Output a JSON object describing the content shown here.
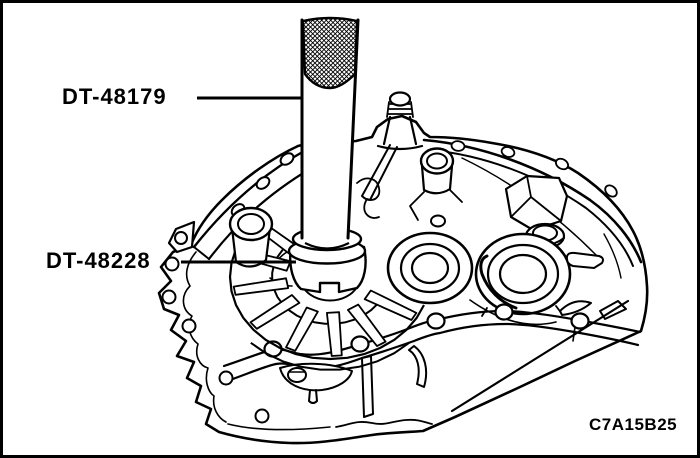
{
  "figure": {
    "background_color": "#ffffff",
    "line_color": "#000000",
    "border_color": "#000000",
    "callouts": [
      {
        "id": "dt-48179",
        "label": "DT-48179"
      },
      {
        "id": "dt-48228",
        "label": "DT-48228"
      }
    ],
    "figure_code": "C7A15B25"
  }
}
